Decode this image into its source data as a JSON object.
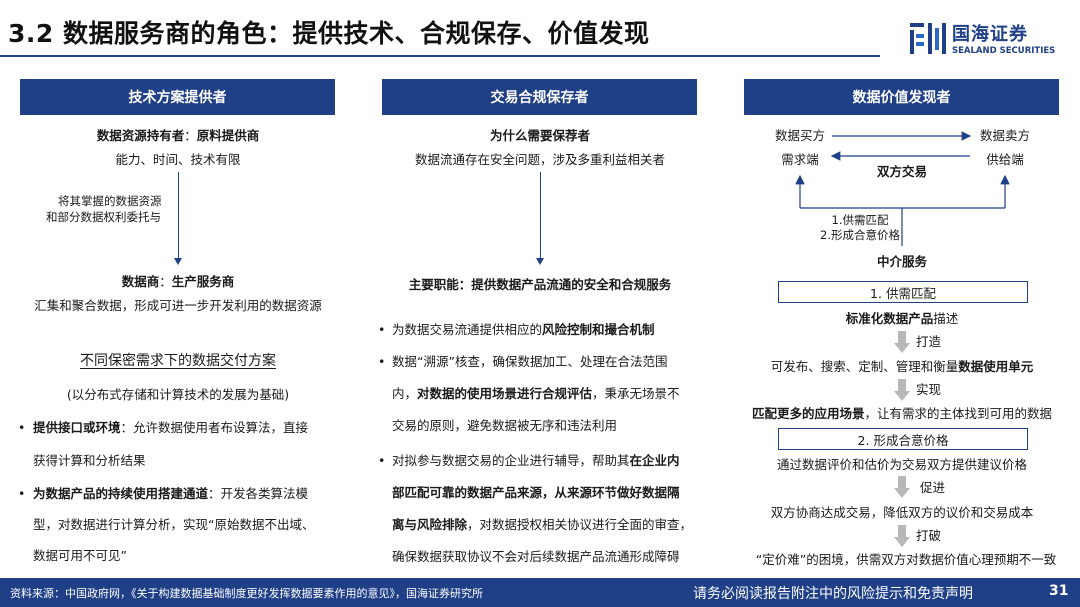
{
  "title": "3.2 数据服务商的角色：提供技术、合规保存、价值发现",
  "logo": {
    "cn": "国海证券",
    "en": "SEALAND SECURITIES"
  },
  "col1": {
    "head": "技术方案提供者",
    "holder_label": "数据资源持有者",
    "holder_role": "原料提供商",
    "holder_desc": "能力、时间、技术有限",
    "entrust_1": "将其掌握的数据资源",
    "entrust_2": "和部分数据权利委托与",
    "dealer_label": "数据商",
    "dealer_role": "生产服务商",
    "dealer_desc": "汇集和聚合数据，形成可进一步开发利用的数据资源",
    "scheme_title": "不同保密需求下的数据交付方案",
    "scheme_sub": "(以分布式存储和计算技术的发展为基础)",
    "b1_bold": "提供接口或环境",
    "b1_rest": "：允许数据使用者布设算法，直接",
    "b1_line2": "获得计算和分析结果",
    "b2_bold": "为数据产品的持续使用搭建通道",
    "b2_rest": "：开发各类算法模",
    "b2_line2": "型，对数据进行计算分析，实现“原始数据不出域、",
    "b2_line3": "数据可用不可见”"
  },
  "col2": {
    "head": "交易合规保存者",
    "why_title": "为什么需要保荐者",
    "why_desc": "数据流通存在安全问题，涉及多重利益相关者",
    "duty_label": "主要职能：",
    "duty_text": "提供数据产品流通的安全和合规服务",
    "b1_a": "为数据交易流通提供相应的",
    "b1_bold": "风险控制和撮合机制",
    "b2_l1": "数据“溯源”核查，确保数据加工、处理在合法范围",
    "b2_l2a": "内，",
    "b2_l2bold": "对数据的使用场景进行合规评估",
    "b2_l2c": "，秉承无场景不",
    "b2_l3": "交易的原则，避免数据被无序和违法利用",
    "b3_l1a": "对拟参与数据交易的企业进行辅导，帮助其",
    "b3_l1bold": "在企业内",
    "b3_l2bold": "部匹配可靠的数据产品来源，从来源环节做好数据隔",
    "b3_l3bold": "离与风险排除",
    "b3_l3c": "，对数据授权相关协议进行全面的审查，",
    "b3_l4": "确保数据获取协议不会对后续数据产品流通形成障碍"
  },
  "col3": {
    "head": "数据价值发现者",
    "buyer_1": "数据买方",
    "buyer_2": "需求端",
    "seller_1": "数据卖方",
    "seller_2": "供给端",
    "both_trade": "双方交易",
    "match_1": "1.供需匹配",
    "match_2": "2.形成合意价格",
    "agency": "中介服务",
    "box1": "1. 供需匹配",
    "std_bold": "标准化数据产品",
    "std_rest": "描述",
    "make": "打造",
    "publish_a": "可发布、搜索、定制、管理和衡量",
    "publish_bold": "数据使用单元",
    "realize": "实现",
    "scene_bold": "匹配更多的应用场景",
    "scene_rest": "，让有需求的主体找到可用的数据",
    "box2": "2. 形成合意价格",
    "eval": "通过数据评价和估价为交易双方提供建议价格",
    "promote": "促进",
    "negotiate": "双方协商达成交易，降低双方的议价和交易成本",
    "break": "打破",
    "dilemma": "“定价难”的困境，供需双方对数据价值心理预期不一致"
  },
  "footer": {
    "source": "资料来源：中国政府网，《关于构建数据基础制度更好发挥数据要素作用的意见》，国海证券研究所",
    "disclaimer": "请务必阅读报告附注中的风险提示和免责声明",
    "page": "31"
  },
  "colors": {
    "brand": "#1f3f86",
    "gray_arrow": "#b8b8b8"
  }
}
